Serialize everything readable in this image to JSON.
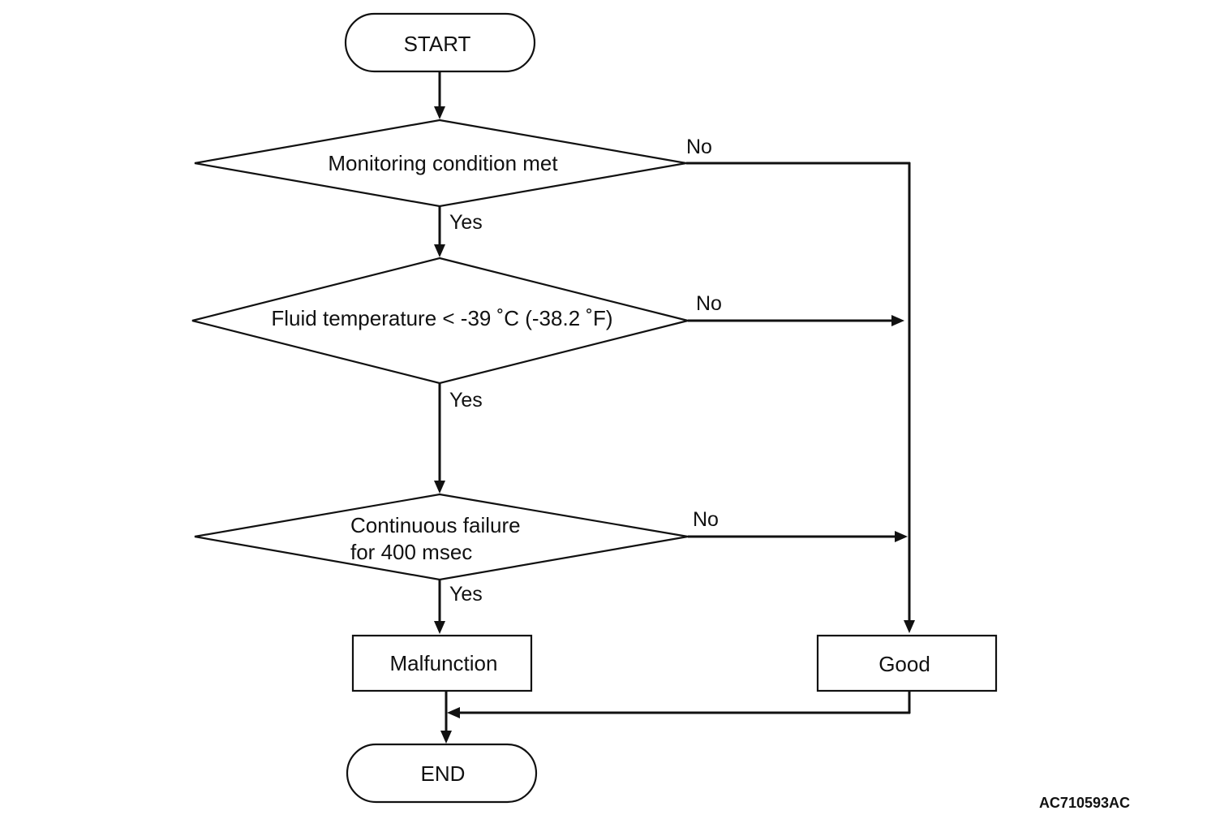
{
  "flowchart": {
    "start": "START",
    "decision1": "Monitoring condition met",
    "decision2": "Fluid temperature < -39 ˚C (-38.2 ˚F)",
    "decision3_line1": "Continuous failure",
    "decision3_line2": "for 400 msec",
    "malfunction": "Malfunction",
    "good": "Good",
    "end": "END",
    "yes": "Yes",
    "no": "No"
  },
  "figure_code": "AC710593AC",
  "colors": {
    "stroke": "#111111",
    "background": "#ffffff"
  }
}
